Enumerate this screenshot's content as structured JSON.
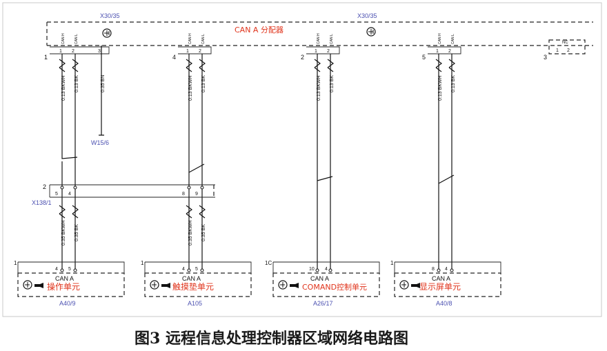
{
  "distributor": {
    "connector_left": "X30/35",
    "connector_right": "X30/35",
    "title": "CAN A 分配器",
    "pin_left": "1",
    "pin_2": "2",
    "pin_3": "3",
    "pin_4": "4",
    "pin_5": "5",
    "pin_nc_block": "3",
    "nc_label": "NC",
    "nc_pins": [
      "1",
      "2"
    ],
    "pin_small": [
      "1",
      "2",
      "3"
    ],
    "can_h": "CAN H",
    "can_l": "CAN L"
  },
  "wires": {
    "bkwh_013": "0.13 BKWH",
    "bk_013": "0.13 BK",
    "bn_035": "0.35 BN",
    "bkwh_035": "0.35 BKWH",
    "bk_035": "0.35 BK"
  },
  "ground": "W15/6",
  "connector_x138": {
    "label": "X138/1",
    "pin": "2",
    "pins_left": [
      "5",
      "4"
    ],
    "pins_right": [
      "8",
      "9"
    ]
  },
  "units": [
    {
      "pin": "1",
      "pins": [
        "4",
        "5"
      ],
      "can": "CAN A",
      "name": "操作单元",
      "code": "A40/9"
    },
    {
      "pin": "1",
      "pins": [
        "4",
        "5"
      ],
      "can": "CAN A",
      "name": "触摸垫单元",
      "code": "A105"
    },
    {
      "pin": "1C",
      "pins": [
        "10",
        "4"
      ],
      "can": "CAN A",
      "name": "COMAND控制单元",
      "code": "A26/17"
    },
    {
      "pin": "1",
      "pins": [
        "8",
        "4"
      ],
      "can": "CAN A",
      "name": "显示屏单元",
      "code": "A40/8"
    }
  ],
  "caption": "图3 远程信息处理控制器区域网络电路图"
}
